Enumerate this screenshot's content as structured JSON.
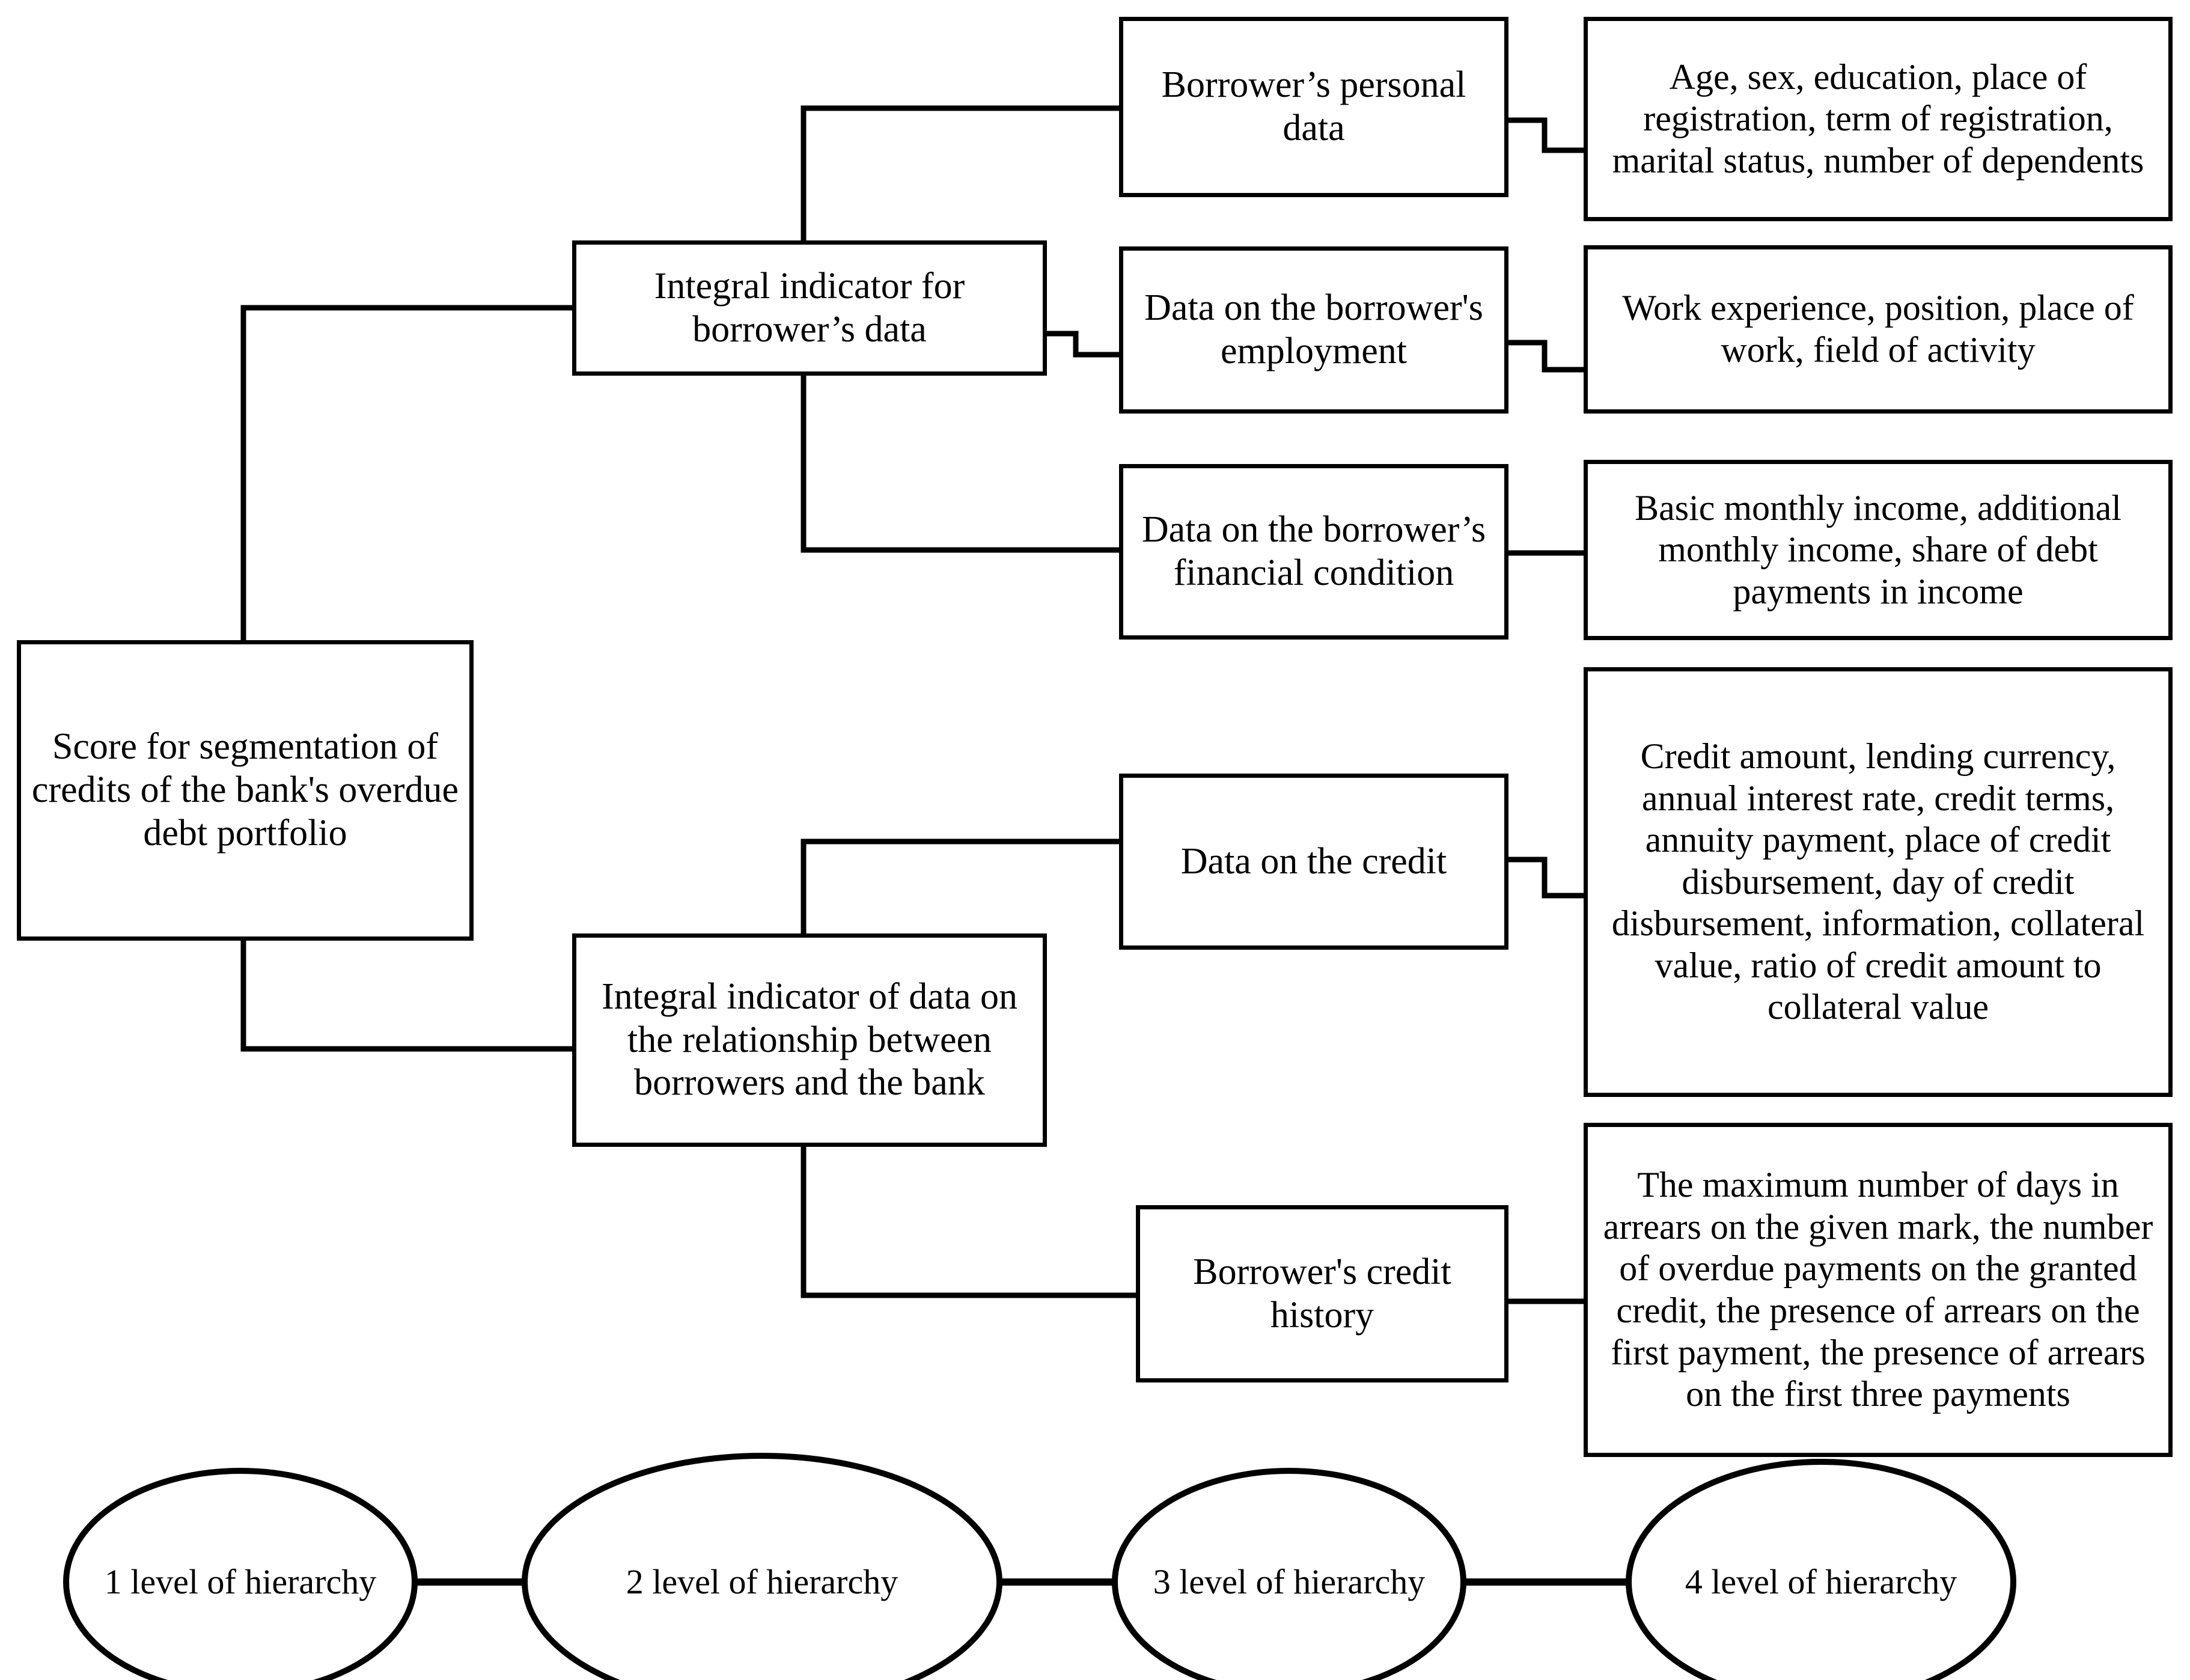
{
  "diagram": {
    "type": "hierarchy-tree",
    "orientation": "left-to-right",
    "levels": 4,
    "nodes": {
      "level1": {
        "id": "score-root",
        "label": "Score for segmentation of credits of the bank's overdue debt portfolio"
      },
      "level2": [
        {
          "id": "integral-borrower-data",
          "label": "Integral indicator for borrower’s data"
        },
        {
          "id": "integral-relationship-data",
          "label": "Integral indicator of data on the relationship between borrowers and the bank"
        }
      ],
      "level3": [
        {
          "id": "borrower-personal-data",
          "label": "Borrower’s personal data",
          "parent": "integral-borrower-data"
        },
        {
          "id": "borrower-employment",
          "label": "Data on the borrower's employment",
          "parent": "integral-borrower-data"
        },
        {
          "id": "borrower-financial-condition",
          "label": "Data on the borrower’s financial condition",
          "parent": "integral-borrower-data"
        },
        {
          "id": "data-on-credit",
          "label": "Data on the credit",
          "parent": "integral-relationship-data"
        },
        {
          "id": "borrower-credit-history",
          "label": "Borrower's credit history",
          "parent": "integral-relationship-data"
        }
      ],
      "level4": [
        {
          "id": "personal-data-details",
          "label": "Age, sex, education, place of registration, term of registration, marital status, number of dependents",
          "parent": "borrower-personal-data"
        },
        {
          "id": "employment-details",
          "label": "Work experience, position, place of work, field of activity",
          "parent": "borrower-employment"
        },
        {
          "id": "financial-condition-details",
          "label": "Basic monthly income, additional monthly income, share of debt payments in income",
          "parent": "borrower-financial-condition"
        },
        {
          "id": "credit-details",
          "label": "Credit amount, lending currency, annual interest rate, credit terms, annuity payment, place of credit disbursement, day of credit disbursement, information, collateral value, ratio of credit amount to collateral value",
          "parent": "data-on-credit"
        },
        {
          "id": "credit-history-details",
          "label": "The maximum number of days in arrears on the given mark, the number of overdue payments on the granted credit, the presence of arrears on the first payment, the presence of arrears on the first three payments",
          "parent": "borrower-credit-history"
        }
      ]
    },
    "legend": {
      "shape": "ellipse",
      "items": [
        {
          "id": "legend-level-1",
          "label": "1 level of hierarchy"
        },
        {
          "id": "legend-level-2",
          "label": "2 level of hierarchy"
        },
        {
          "id": "legend-level-3",
          "label": "3 level of hierarchy"
        },
        {
          "id": "legend-level-4",
          "label": "4 level of hierarchy"
        }
      ]
    },
    "colors": {
      "stroke": "#000000",
      "fill": "#ffffff",
      "text": "#000000"
    }
  }
}
